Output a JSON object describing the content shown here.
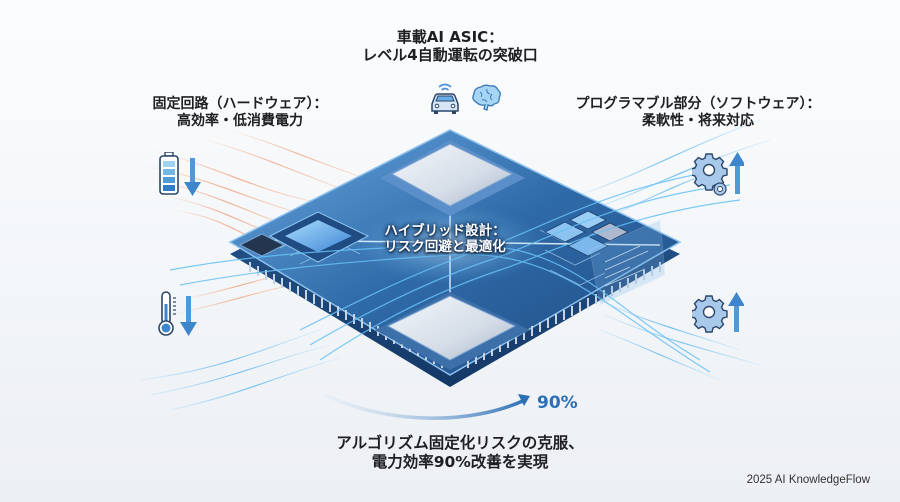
{
  "title": {
    "line1": "車載AI ASIC：",
    "line2": "レベル4自動運転の突破口",
    "icons": [
      "car-wifi-icon",
      "brain-icon"
    ]
  },
  "hardware": {
    "line1": "固定回路（ハードウェア）：",
    "line2": "高効率・低消費電力",
    "icons": [
      "battery-down-icon",
      "thermometer-down-icon"
    ]
  },
  "software": {
    "line1": "プログラマブル部分（ソフトウェア）：",
    "line2": "柔軟性・将来対応",
    "icons": [
      "gears-up-icon",
      "gear-up-icon"
    ]
  },
  "center": {
    "line1": "ハイブリッド設計：",
    "line2": "リスク回避と最適化"
  },
  "improvement": {
    "value": "90%"
  },
  "bottom": {
    "line1": "アルゴリズム固定化リスクの克服、",
    "line2": "電力効率90%改善を実現"
  },
  "credit": "2025 AI KnowledgeFlow",
  "colors": {
    "accent_blue": "#2d6fb5",
    "board_dark": "#1f4f86",
    "board_light": "#5d9ad6",
    "warm_lines": "#f0a27a",
    "cool_lines": "#7fc3f0",
    "text": "#1d1f22"
  }
}
